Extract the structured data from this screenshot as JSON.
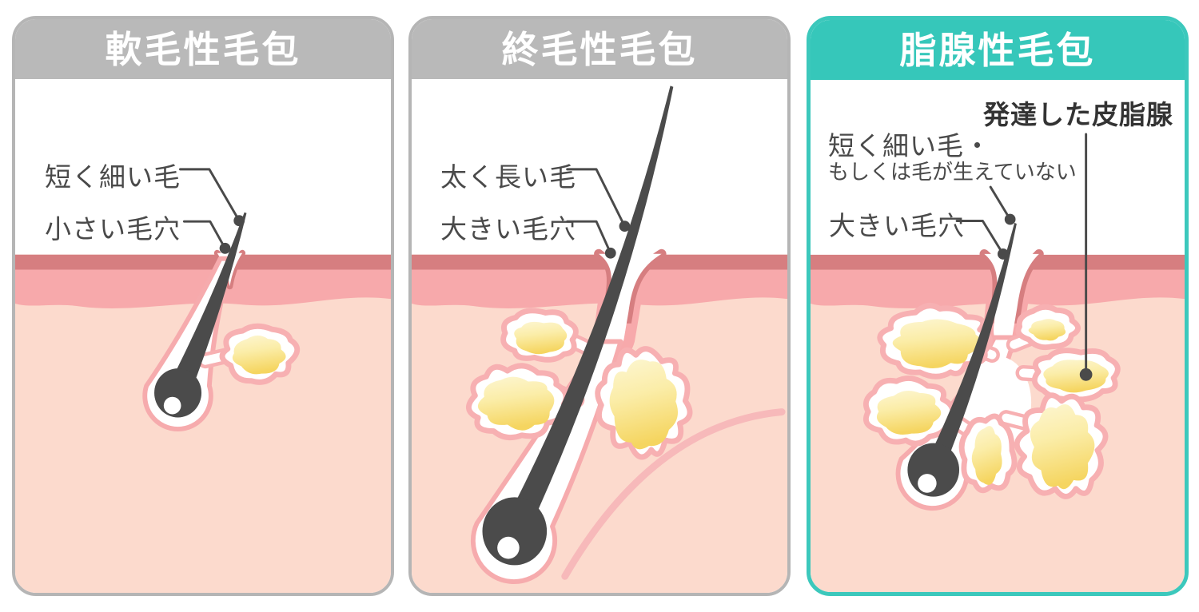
{
  "figure": {
    "description_visible_text_only": true
  },
  "panels": [
    {
      "key": "vellus",
      "title": "軟毛性毛包",
      "labels": [
        {
          "text": "短く細い毛"
        },
        {
          "text": "小さい毛穴"
        }
      ]
    },
    {
      "key": "terminal",
      "title": "終毛性毛包",
      "labels": [
        {
          "text": "太く長い毛"
        },
        {
          "text": "大きい毛穴"
        }
      ]
    },
    {
      "key": "sebaceous",
      "title": "脂腺性毛包",
      "labels": [
        {
          "text": "発達した皮脂腺"
        },
        {
          "text": "短く細い毛・"
        },
        {
          "text": "もしくは毛が生えていない"
        },
        {
          "text": "大きい毛穴"
        }
      ]
    }
  ],
  "colors": {
    "header_gray": "#b9b9b9",
    "header_teal": "#36c7ba",
    "border_gray": "#b5b5b5",
    "border_teal": "#3cc8bc",
    "epidermis_dark": "#d67e80",
    "dermis_pink": "#f7a9ab",
    "dermis_light": "#fcdacd",
    "hair_dark": "#4b4b4b",
    "sheath_outline": "#f6abad",
    "gland_outline": "#f7b0b2",
    "gland_yellow_light": "#fdf6d2",
    "gland_yellow_mid": "#fbeda8",
    "gland_yellow": "#f5d560",
    "muscle_pink": "#f7b9ba",
    "label_text": "#4a4a4a",
    "leader_line": "#4a4a4a",
    "title_text": "#ffffff",
    "panel_bg": "#ffffff"
  }
}
